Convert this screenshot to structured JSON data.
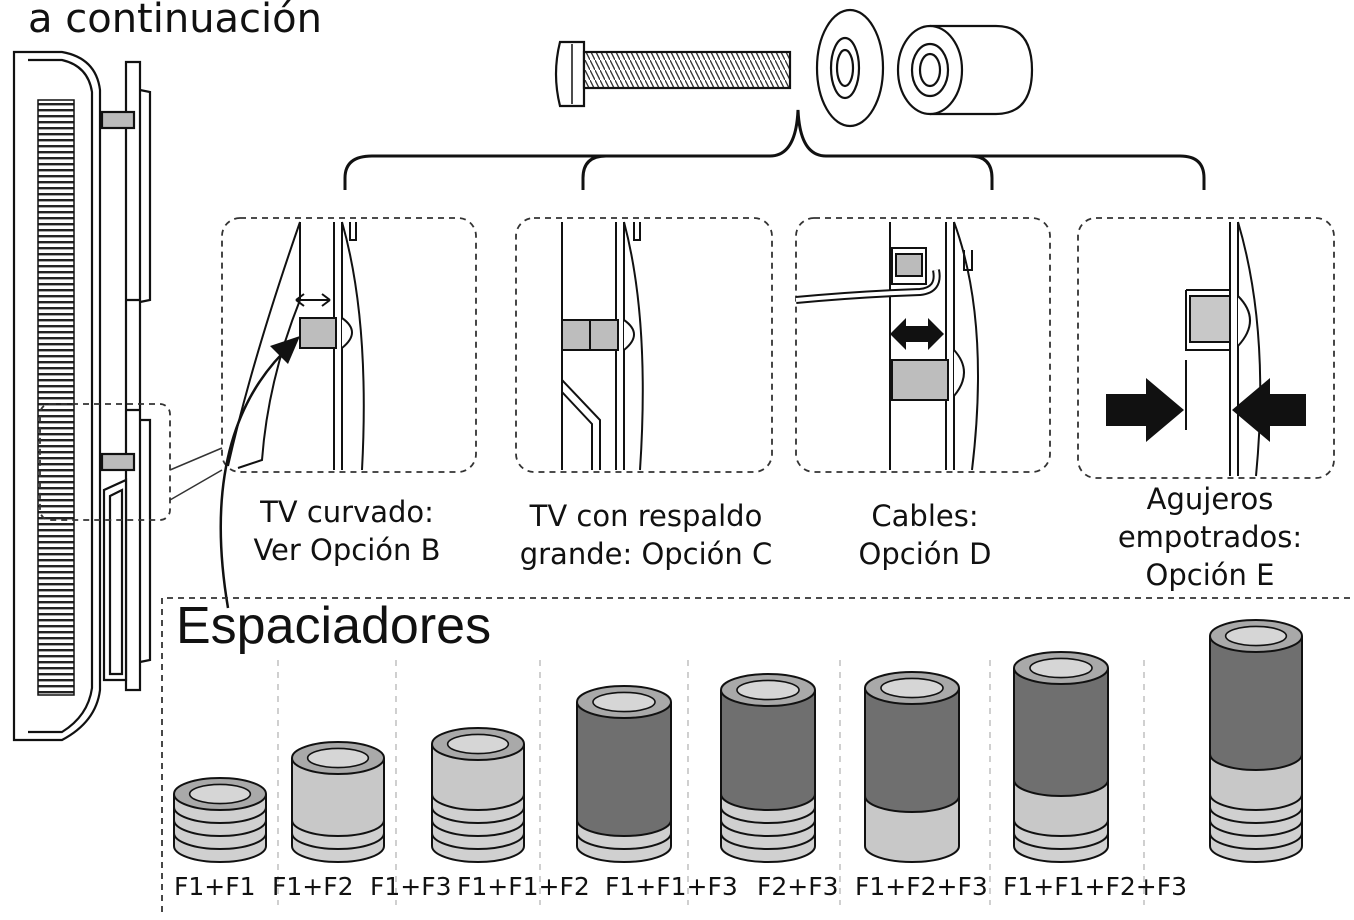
{
  "header": {
    "title": "a continuación"
  },
  "hardware": [
    "bolt-icon",
    "washer-icon",
    "spacer-icon"
  ],
  "options": [
    {
      "id": "b",
      "line1": "TV curvado:",
      "line2": "Ver Opción B"
    },
    {
      "id": "c",
      "line1": "TV con respaldo",
      "line2": "grande: Opción C"
    },
    {
      "id": "d",
      "line1": "Cables:",
      "line2": "Opción D"
    },
    {
      "id": "e",
      "line1": "Agujeros",
      "line2": "empotrados:",
      "line3": "Opción E"
    }
  ],
  "spacers": {
    "heading": "Espaciadores",
    "items": [
      {
        "label": "F1+F1"
      },
      {
        "label": "F1+F2"
      },
      {
        "label": "F1+F3"
      },
      {
        "label": "F1+F1+F2"
      },
      {
        "label": "F1+F1+F3"
      },
      {
        "label": "F2+F3"
      },
      {
        "label": "F1+F2+F3"
      },
      {
        "label": "F1+F1+F2+F3"
      }
    ]
  },
  "colors": {
    "ink": "#111111",
    "gray_light": "#c8c8c8",
    "gray_dark": "#6f6f6f",
    "gray_mid": "#9a9a9a"
  }
}
